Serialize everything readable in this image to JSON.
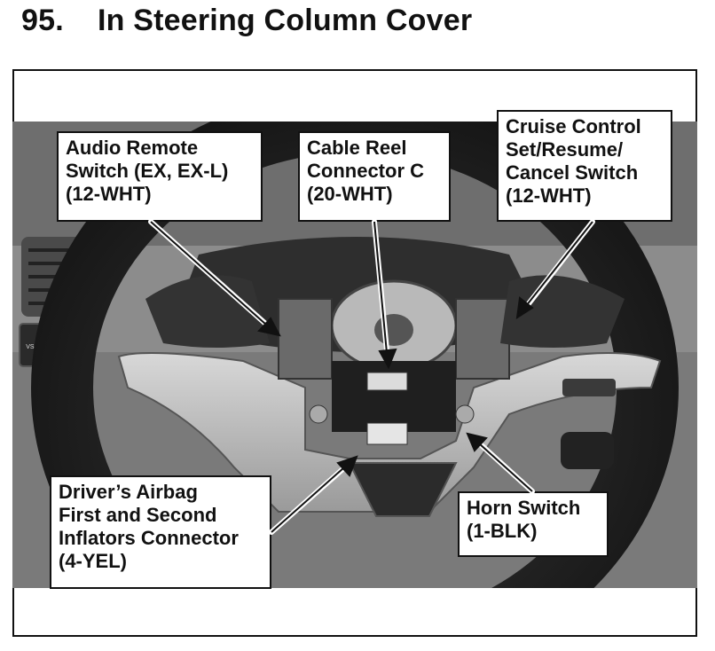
{
  "title": {
    "number": "95.",
    "text": "In Steering Column Cover"
  },
  "callouts": {
    "audio": [
      "Audio Remote",
      "Switch (EX, EX-L)",
      "(12-WHT)"
    ],
    "cable": [
      "Cable Reel",
      "Connector C",
      "(20-WHT)"
    ],
    "cruise": [
      "Cruise Control",
      "Set/Resume/",
      "Cancel Switch",
      "(12-WHT)"
    ],
    "airbag": [
      "Driver’s Airbag",
      "First and Second",
      "Inflators Connector",
      "(4-YEL)"
    ],
    "horn": [
      "Horn Switch",
      "(1-BLK)"
    ]
  },
  "photo_labels": {
    "vsa_button": "VSA OFF"
  }
}
